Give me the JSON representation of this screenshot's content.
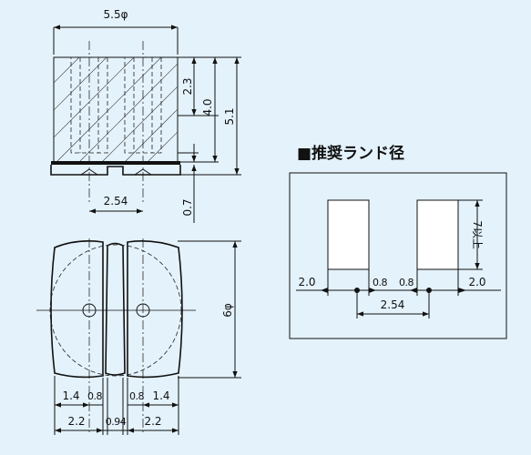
{
  "front_view": {
    "diameter": "5.5φ",
    "dim_top_height": "2.3",
    "dim_mid_height": "4.0",
    "dim_total_height": "5.1",
    "dim_base_gap": "0.7",
    "pitch": "2.54"
  },
  "bottom_view": {
    "diameter": "6φ",
    "left_width": "1.4",
    "left_gap": "0.8",
    "right_gap": "0.8",
    "right_width": "1.4",
    "left_total": "2.2",
    "center_width": "0.94",
    "right_total": "2.2"
  },
  "land_pattern": {
    "title": "■推奨ランド径",
    "pad_length": "7以上",
    "outer_left": "2.0",
    "inner_left": "0.8",
    "inner_right": "0.8",
    "outer_right": "2.0",
    "pitch": "2.54"
  }
}
